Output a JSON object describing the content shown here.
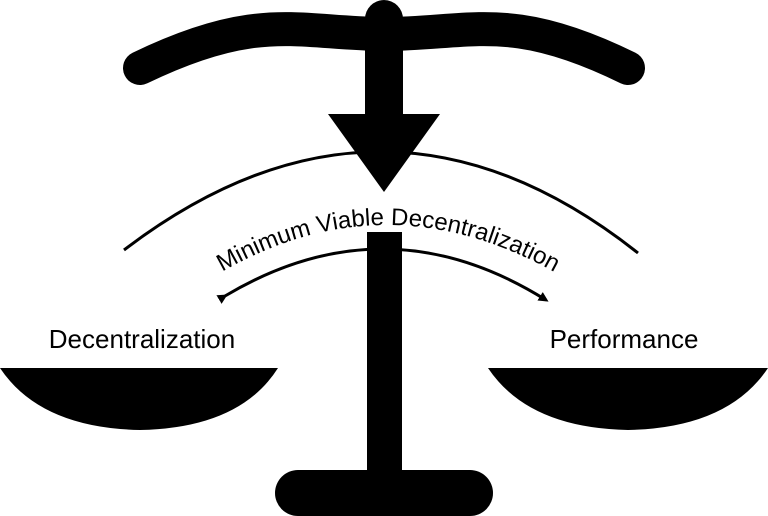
{
  "labels": {
    "arc": "Minimum Viable Decentralization",
    "left": "Decentralization",
    "right": "Performance"
  },
  "colors": {
    "ink": "#000000",
    "background": "#ffffff"
  }
}
